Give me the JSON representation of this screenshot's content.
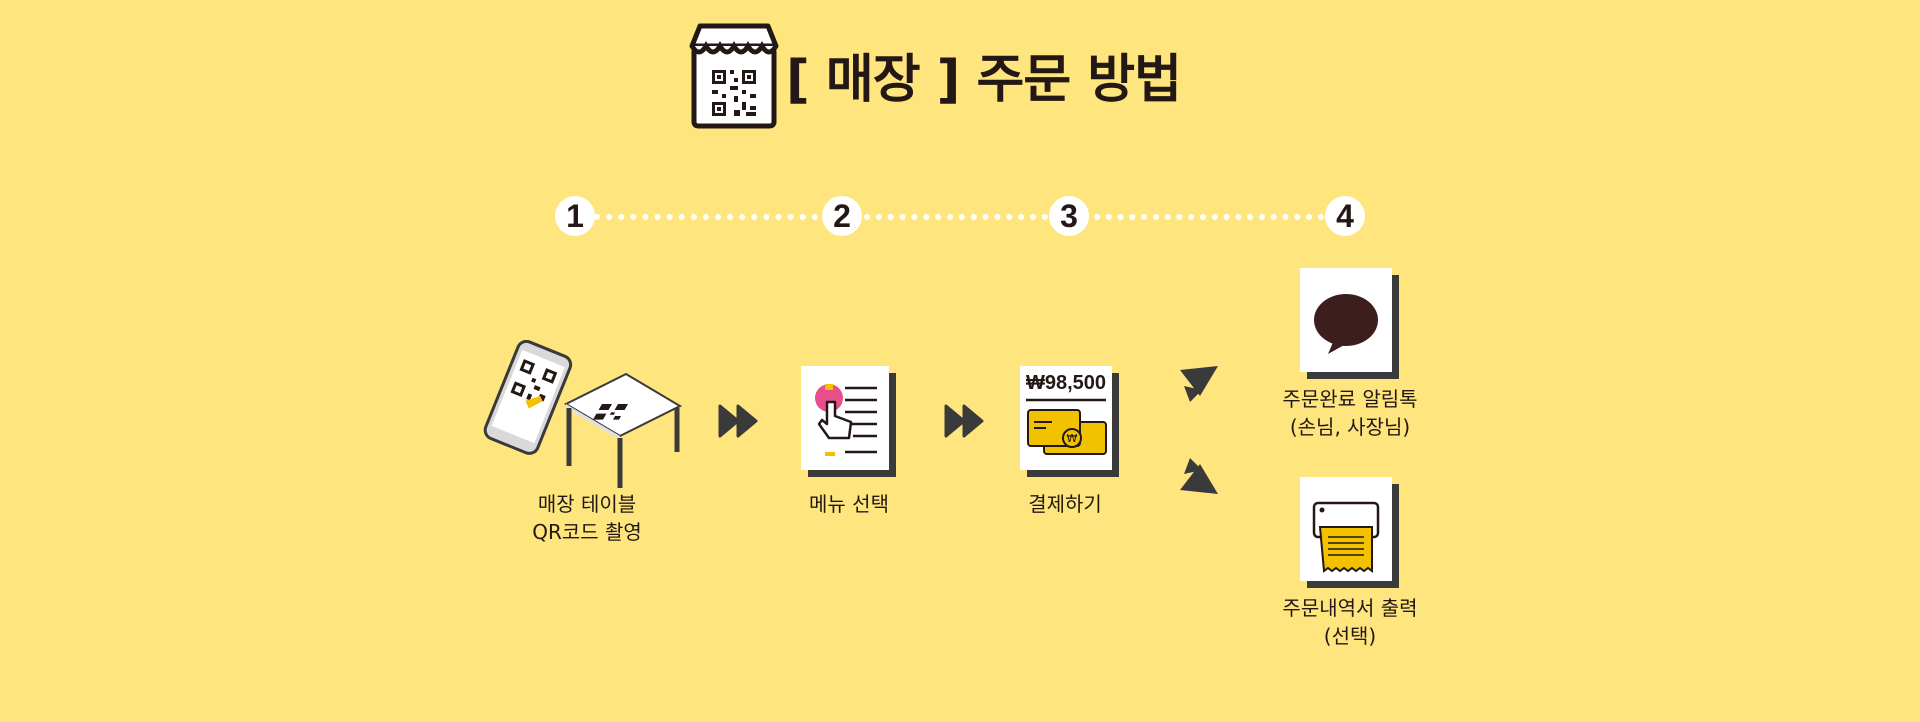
{
  "title": "[ 매장 ] 주문 방법",
  "steps": [
    "1",
    "2",
    "3",
    "4"
  ],
  "step1": {
    "line1": "매장 테이블",
    "line2": "QR코드 촬영"
  },
  "step2": {
    "label": "메뉴 선택"
  },
  "step3": {
    "label": "결제하기",
    "price": "₩98,500"
  },
  "step4a": {
    "line1": "주문완료 알림톡",
    "line2": "(손님, 사장님)"
  },
  "step4b": {
    "line1": "주문내역서 출력",
    "line2": "(선택)"
  },
  "colors": {
    "background": "#FFE57E",
    "dark": "#3a3a3a",
    "accent": "#F2C200",
    "pink": "#E84E8A",
    "bubble": "#3C1E1E"
  }
}
